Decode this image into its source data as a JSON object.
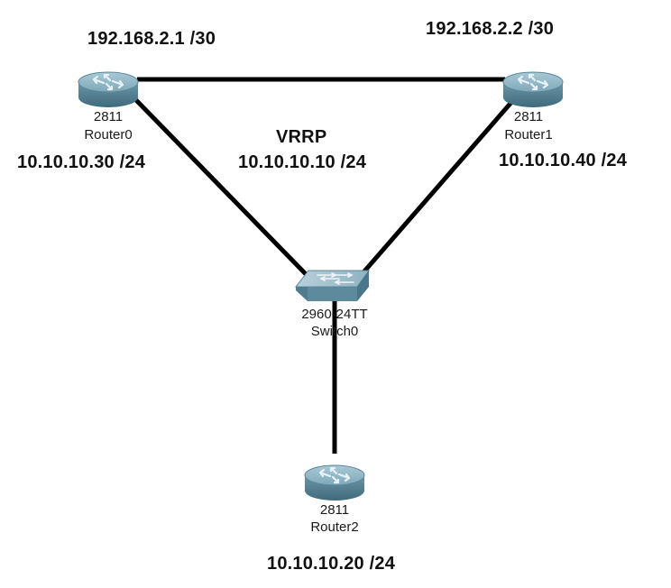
{
  "diagram": {
    "protocol_label": "VRRP",
    "virtual_ip": "10.10.10.10 /24",
    "colors": {
      "link": "#000000",
      "router_body": "#6d9aac",
      "switch_body": "#6d97a6"
    },
    "devices": {
      "router0": {
        "model": "2811",
        "name": "Router0",
        "wan_ip": "192.168.2.1 /30",
        "lan_ip": "10.10.10.30 /24",
        "icon": "router-icon"
      },
      "router1": {
        "model": "2811",
        "name": "Router1",
        "wan_ip": "192.168.2.2 /30",
        "lan_ip": "10.10.10.40 /24",
        "icon": "router-icon"
      },
      "router2": {
        "model": "2811",
        "name": "Router2",
        "lan_ip": "10.10.10.20 /24",
        "icon": "router-icon"
      },
      "switch0": {
        "model": "2960-24TT",
        "name": "Switch0",
        "icon": "switch-icon"
      }
    },
    "links": [
      {
        "from": "router0",
        "to": "router1"
      },
      {
        "from": "router0",
        "to": "switch0"
      },
      {
        "from": "router1",
        "to": "switch0"
      },
      {
        "from": "switch0",
        "to": "router2"
      }
    ]
  }
}
